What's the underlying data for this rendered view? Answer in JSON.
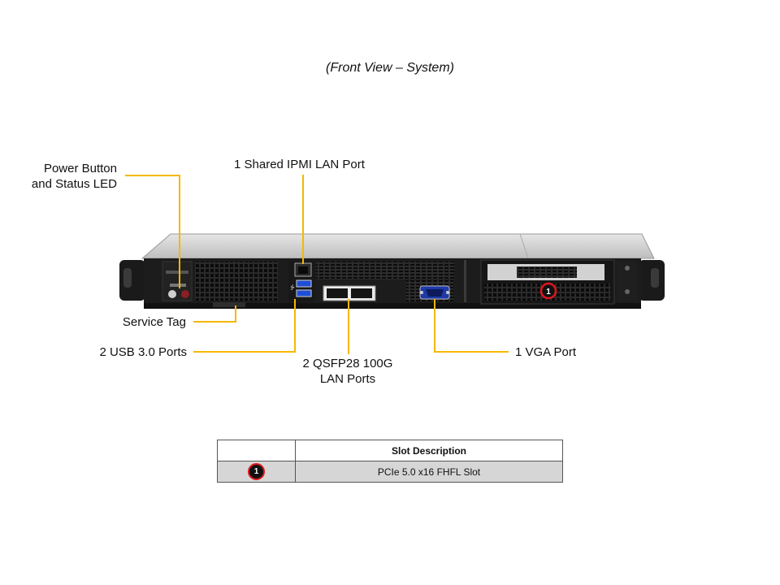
{
  "caption": "(Front View – System)",
  "labels": {
    "power_line1": "Power Button",
    "power_line2": "and Status LED",
    "ipmi": "1 Shared IPMI LAN Port",
    "service_tag": "Service Tag",
    "usb": "2 USB 3.0 Ports",
    "qsfp_line1": "2 QSFP28 100G",
    "qsfp_line2": "LAN Ports",
    "vga": "1 VGA Port"
  },
  "callout_color": "#f5b800",
  "slot_marker": "1",
  "marker_color": "#e0161b",
  "table": {
    "header_blank": "",
    "header": "Slot Description",
    "rows": [
      {
        "marker": "1",
        "description": "PCIe 5.0 x16 FHFL Slot"
      }
    ]
  }
}
